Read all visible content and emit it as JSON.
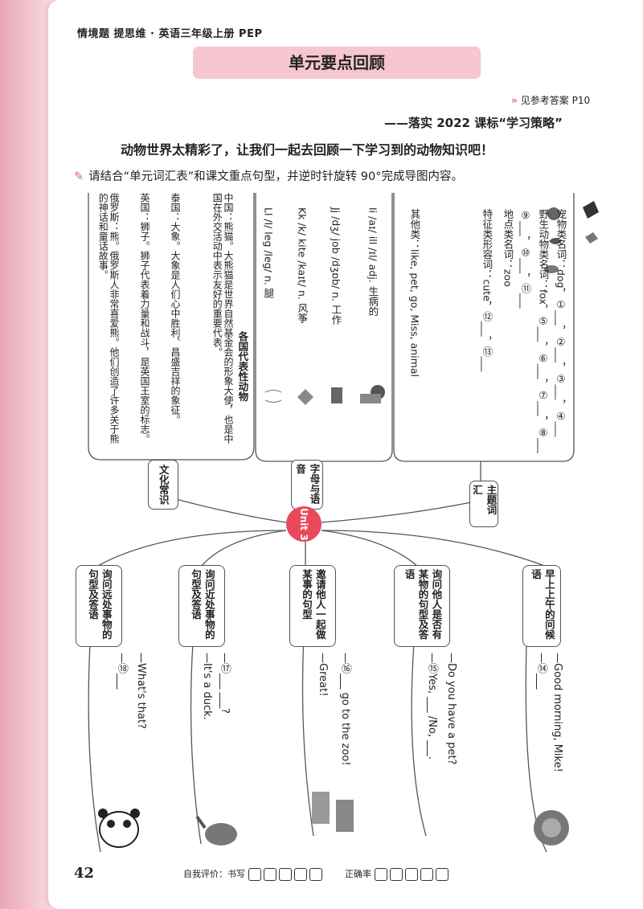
{
  "header": {
    "book_title": "情境题 提思维 · 英语三年级上册 PEP"
  },
  "banner": {
    "title": "单元要点回顾"
  },
  "answer_ref": {
    "text": "见参考答案 P10"
  },
  "subtitle": "——落实 2022 课标“学习策略”",
  "intro": "动物世界太精彩了，让我们一起去回顾一下学习到的动物知识吧！",
  "instruction": "请结合“单元词汇表”和课文重点句型，并逆时针旋转 90°完成导图内容。",
  "hub": {
    "label": "Unit 3"
  },
  "top_branches": {
    "vocab": {
      "label": "主题词汇",
      "lines": [
        "宠物类名词：dog，①___，②___，③___，④___",
        "野生动物类名词：fox，⑤___，⑥___，⑦___，⑧___",
        "⑨___，⑩___，⑪___",
        "地点类名词：zoo",
        "特征类形容词：cute，⑫___，⑬___",
        "其他类：like, pet, go, Miss, animal"
      ]
    },
    "letters": {
      "label": "字母与语音",
      "lines": [
        "Ii /aɪ/ ill /ɪl/ adj. 生病的",
        "Jj /dʒ/ job /dʒɒb/ n. 工作",
        "Kk /k/ kite /kaɪt/ n. 风筝",
        "Ll /l/ leg /leg/ n. 腿"
      ]
    },
    "culture": {
      "label": "文化常识",
      "heading": "各国代表性动物",
      "lines": [
        "中国：熊猫。大熊猫是世界自然基金会的形象大使，也是中国在外交活动中表示友好的重要代表。",
        "泰国：大象。大象是人们心中胜利、昌盛吉祥的象征。",
        "英国：狮子。狮子代表着力量和战斗，是英国王室的标志。",
        "俄罗斯：熊。俄罗斯人非常喜爱熊。他们创造了许多关于熊的神话和童话故事。"
      ]
    }
  },
  "bottom_branches": [
    {
      "label": "早上上午的问候语",
      "lines": [
        "—Good morning, Mike!",
        "—⑭___"
      ]
    },
    {
      "label": "询问他人是否有某物的句型及答语",
      "lines": [
        "—Do you have a pet?",
        "—⑮Yes, ___ /No, ___."
      ]
    },
    {
      "label": "邀请他人一起做某事的句型",
      "lines": [
        "—⑯___ go to the zoo!",
        "—Great!"
      ]
    },
    {
      "label": "询问近处事物的句型及答语",
      "lines": [
        "—⑰___ ___?",
        "—It's a duck."
      ]
    },
    {
      "label": "询问远处事物的句型及答语",
      "lines": [
        "—What's that?",
        "—⑱___"
      ]
    }
  ],
  "footer": {
    "page_number": "42",
    "self_eval": "自我评价：书写",
    "accuracy": "正确率"
  },
  "colors": {
    "accent": "#e8495c",
    "banner": "#f6c7d1",
    "bleed": "#f3c6d1"
  }
}
